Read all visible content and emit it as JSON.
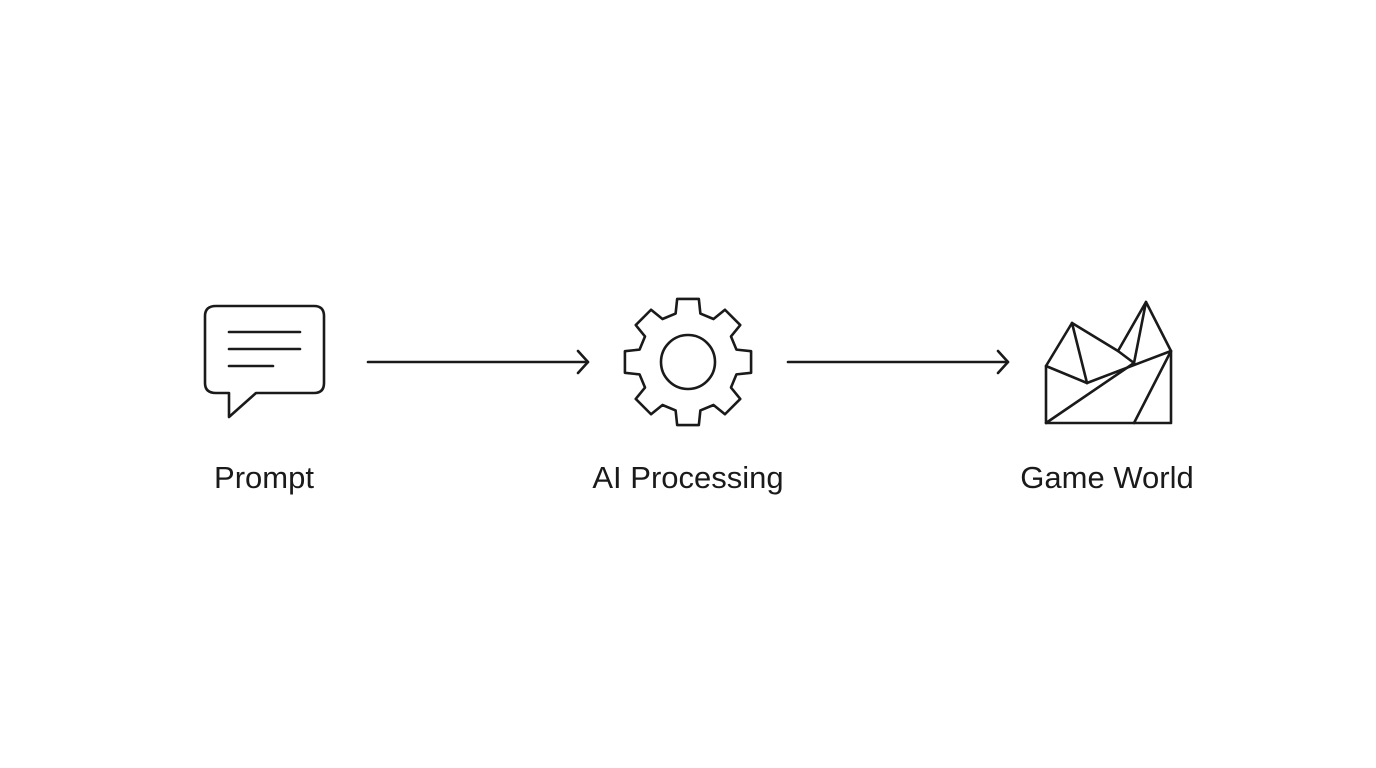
{
  "flow": {
    "steps": [
      {
        "label": "Prompt",
        "icon": "chat-bubble-icon"
      },
      {
        "label": "AI Processing",
        "icon": "gear-icon"
      },
      {
        "label": "Game World",
        "icon": "polygon-mountain-icon"
      }
    ],
    "stroke_color": "#1a1a1a",
    "background": "#ffffff"
  }
}
